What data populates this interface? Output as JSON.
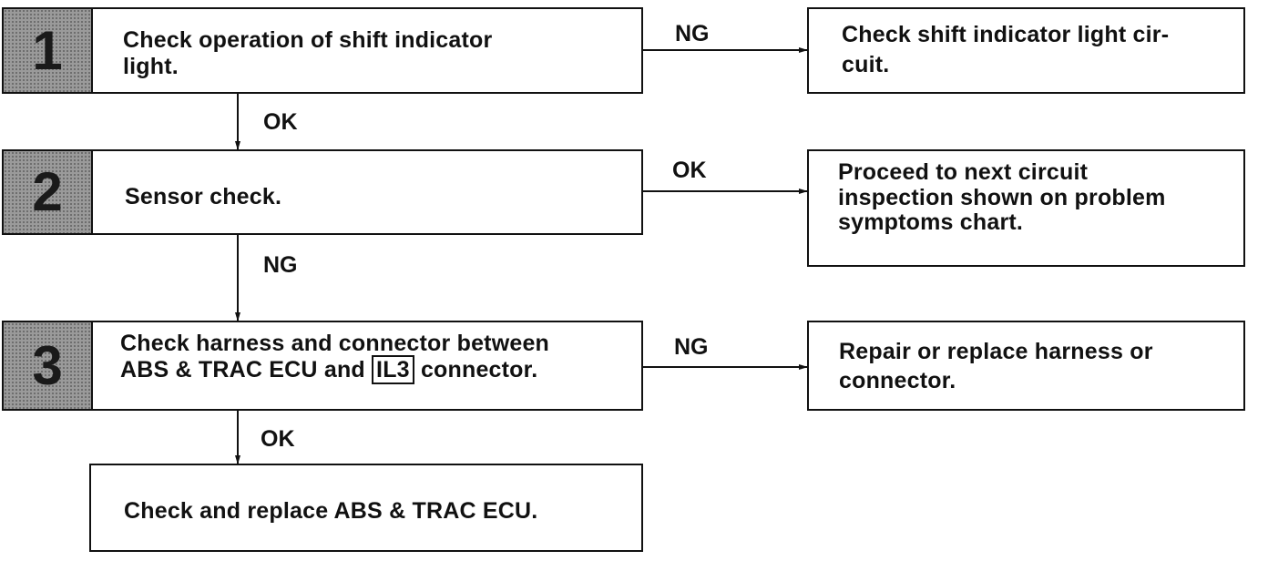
{
  "steps": [
    {
      "number": "1",
      "text_line1": "Check operation of shift indicator",
      "text_line2": "light."
    },
    {
      "number": "2",
      "text_line1": "Sensor check."
    },
    {
      "number": "3",
      "text_line1": "Check harness and connector between",
      "text_line2_pre": "ABS & TRAC ECU and",
      "text_line2_code": "IL3",
      "text_line2_post": "connector."
    }
  ],
  "results": [
    {
      "text_line1": "Check shift indicator light cir-",
      "text_line2": "cuit."
    },
    {
      "text_line1": "Proceed to next circuit",
      "text_line2": "inspection shown on problem",
      "text_line3": "symptoms chart."
    },
    {
      "text_line1": "Repair or replace harness or",
      "text_line2": "connector."
    }
  ],
  "final": {
    "text": "Check and replace ABS & TRAC ECU."
  },
  "branch_labels": {
    "step1_right": "NG",
    "step1_down": "OK",
    "step2_right": "OK",
    "step2_down": "NG",
    "step3_right": "NG",
    "step3_down": "OK"
  }
}
